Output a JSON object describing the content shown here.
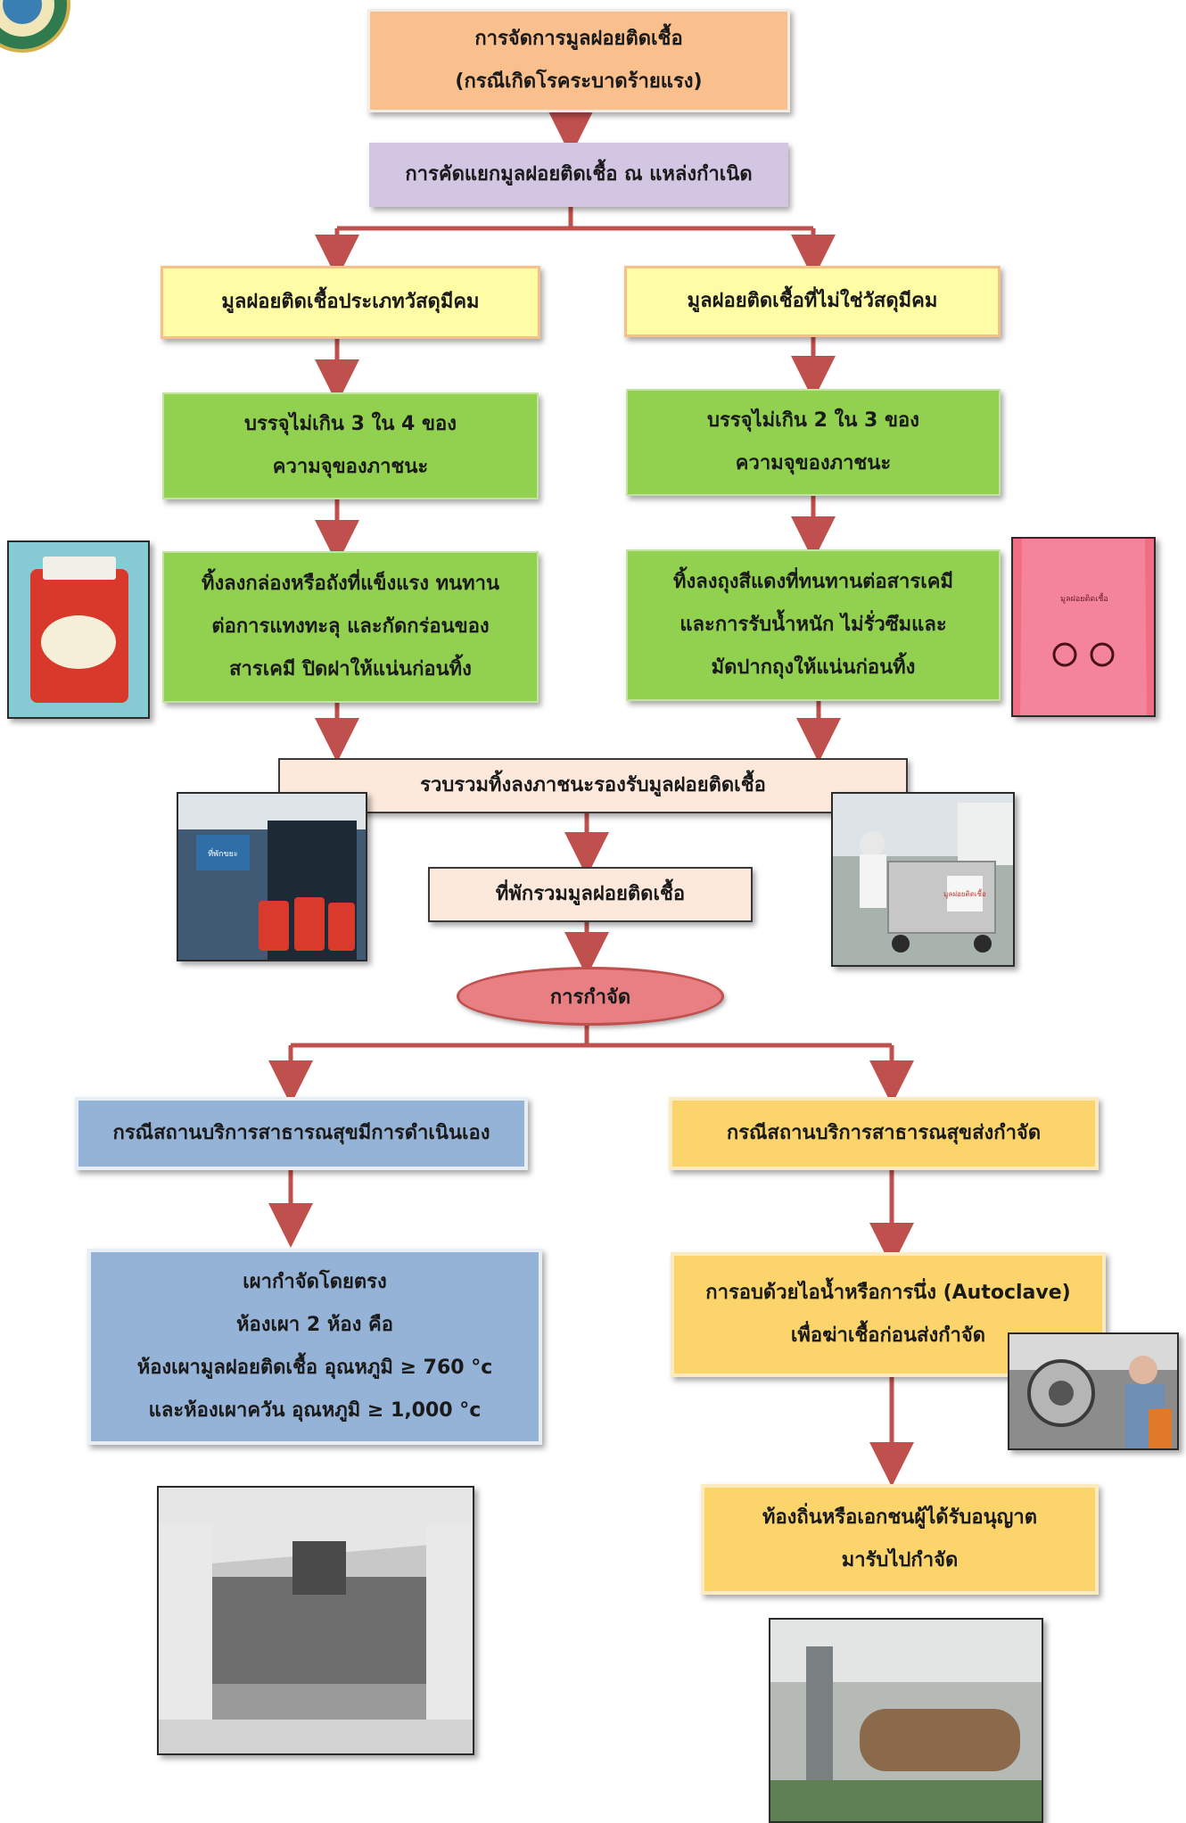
{
  "title": {
    "line1": "การจัดการมูลฝอยติดเชื้อ",
    "line2": "(กรณีเกิดโรคระบาดร้ายแรง)"
  },
  "separation": "การคัดแยกมูลฝอยติดเชื้อ ณ แหล่งกำเนิด",
  "left": {
    "type": "มูลฝอยติดเชื้อประเภทวัสดุมีคม",
    "fill_line1": "บรรจุไม่เกิน 3 ใน 4 ของ",
    "fill_line2": "ความจุของภาชนะ",
    "dispose_line1": "ทิ้งลงกล่องหรือถังที่แข็งแรง ทนทาน",
    "dispose_line2": "ต่อการแทงทะลุ และกัดกร่อนของ",
    "dispose_line3": "สารเคมี ปิดฝาให้แน่นก่อนทิ้ง"
  },
  "right": {
    "type": "มูลฝอยติดเชื้อที่ไม่ใช่วัสดุมีคม",
    "fill_line1": "บรรจุไม่เกิน 2 ใน 3  ของ",
    "fill_line2": "ความจุของภาชนะ",
    "dispose_line1": "ทิ้งลงถุงสีแดงที่ทนทานต่อสารเคมี",
    "dispose_line2": "และการรับน้ำหนัก ไม่รั่วซึมและ",
    "dispose_line3": "มัดปากถุงให้แน่นก่อนทิ้ง"
  },
  "collect": "รวบรวมทิ้งลงภาชนะรองรับมูลฝอยติดเชื้อ",
  "storage": "ที่พักรวมมูลฝอยติดเชื้อ",
  "disposal": "การกำจัด",
  "self": {
    "case": "กรณีสถานบริการสาธารณสุขมีการดำเนินเอง",
    "line1": "เผากำจัดโดยตรง",
    "line2": "ห้องเผา 2 ห้อง คือ",
    "line3": "ห้องเผามูลฝอยติดเชื้อ อุณหภูมิ ≥ 760 °c",
    "line4": "และห้องเผาควัน อุณหภูมิ ≥ 1,000 °c"
  },
  "outsource": {
    "case": "กรณีสถานบริการสาธารณสุขส่งกำจัด",
    "autoclave_line1": "การอบด้วยไอน้ำหรือการนึ่ง (Autoclave)",
    "autoclave_line2": "เพื่อฆ่าเชื้อก่อนส่งกำจัด",
    "local_line1": "ท้องถิ่นหรือเอกชนผู้ได้รับอนุญาต",
    "local_line2": "มารับไปกำจัด"
  },
  "photo_text": {
    "bag_label": "มูลฝอยติดเชื้อ",
    "room_sign": "ที่พักขยะ",
    "cart_label": "มูลฝอยติดเชื้อ"
  },
  "colors": {
    "arrow": "#c0504d",
    "title_fill": "#f9c08e",
    "separation_fill": "#d3c6e3",
    "type_fill": "#fffca6",
    "green_fill": "#92d050",
    "collect_fill": "#fde9dc",
    "oval_fill": "#e87f82",
    "blue_fill": "#95b3d7",
    "gold_fill": "#fbd56b"
  }
}
